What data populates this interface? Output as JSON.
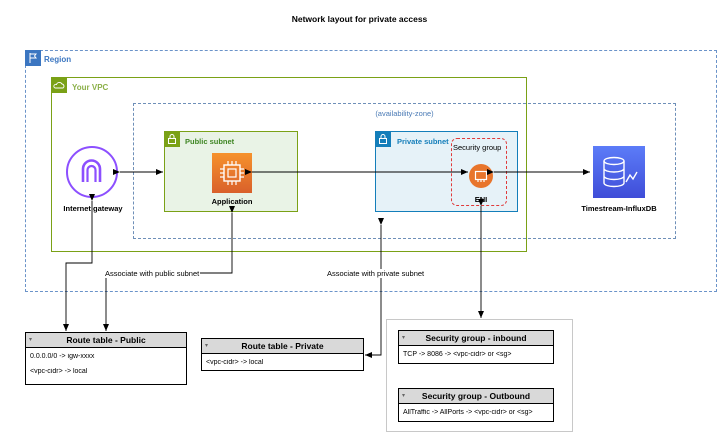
{
  "title": "Network layout for private access",
  "region": {
    "label": "Region"
  },
  "vpc": {
    "label": "Your VPC"
  },
  "az": {
    "label": "(availability-zone)"
  },
  "public_subnet": {
    "label": "Public subnet",
    "service_label": "Application"
  },
  "private_subnet": {
    "label": "Private subnet",
    "security_group_label": "Security group",
    "eni_label": "ENI"
  },
  "internet_gateway": {
    "label": "Internet gateway"
  },
  "database": {
    "label": "Timestream-InfluxDB"
  },
  "notes": {
    "public_assoc": "Associate with public subnet",
    "private_assoc": "Associate with private subnet"
  },
  "route_table_public": {
    "title": "Route table - Public",
    "rows": [
      "0.0.0.0/0 -> igw-xxxx",
      "<vpc-cidr> -> local"
    ]
  },
  "route_table_private": {
    "title": "Route table - Private",
    "rows": [
      "<vpc-cidr> -> local"
    ]
  },
  "sg_inbound": {
    "title": "Security group - inbound",
    "rows": [
      "TCP -> 8086 -> <vpc-cidr> or <sg>"
    ]
  },
  "sg_outbound": {
    "title": "Security group - Outbound",
    "rows": [
      "AllTraffic -> AllPorts -> <vpc-cidr> or <sg>"
    ]
  },
  "colors": {
    "region": "#3b76c1",
    "vpc": "#7aa116",
    "public_subnet": "#7aa116",
    "private_subnet": "#147eba",
    "security_group": "#e03a3a",
    "application": "#ed7100",
    "internet_gateway": "#8c4fff",
    "database": "#3f4dd8"
  },
  "icons": {
    "region": "flag-icon",
    "vpc": "cloud-icon",
    "subnet": "lock-icon",
    "application": "chip-icon",
    "eni": "network-interface-icon",
    "internet_gateway": "gateway-icon",
    "database": "database-icon"
  }
}
